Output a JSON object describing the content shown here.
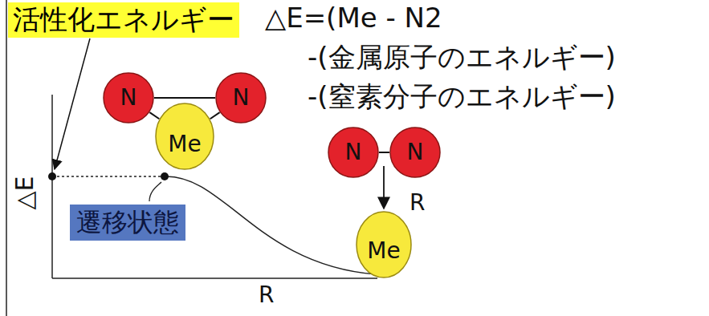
{
  "diagram": {
    "nodes": [
      {
        "text": [
          "活性化エネルギー"
        ]
      },
      {
        "text": [
          "N"
        ]
      },
      {
        "text": [
          "N"
        ]
      },
      {
        "text": [
          "Me"
        ]
      },
      {
        "text": [
          "遷移状態"
        ]
      },
      {
        "text": [
          "N"
        ]
      },
      {
        "text": [
          "N"
        ]
      },
      {
        "text": [
          "Me"
        ]
      }
    ],
    "edges": [
      {
        "from": 1,
        "to": 2,
        "arrow": "none"
      },
      {
        "from": 1,
        "to": 3,
        "arrow": "none"
      },
      {
        "from": 2,
        "to": 3,
        "arrow": "none"
      },
      {
        "from": 5,
        "to": 6,
        "arrow": "none"
      }
    ],
    "labels": [
      "△E=(Me - N2",
      "-(金属原子のエネルギー)",
      "-(窒素分子のエネルギー)",
      "△E",
      "R",
      "R"
    ]
  }
}
